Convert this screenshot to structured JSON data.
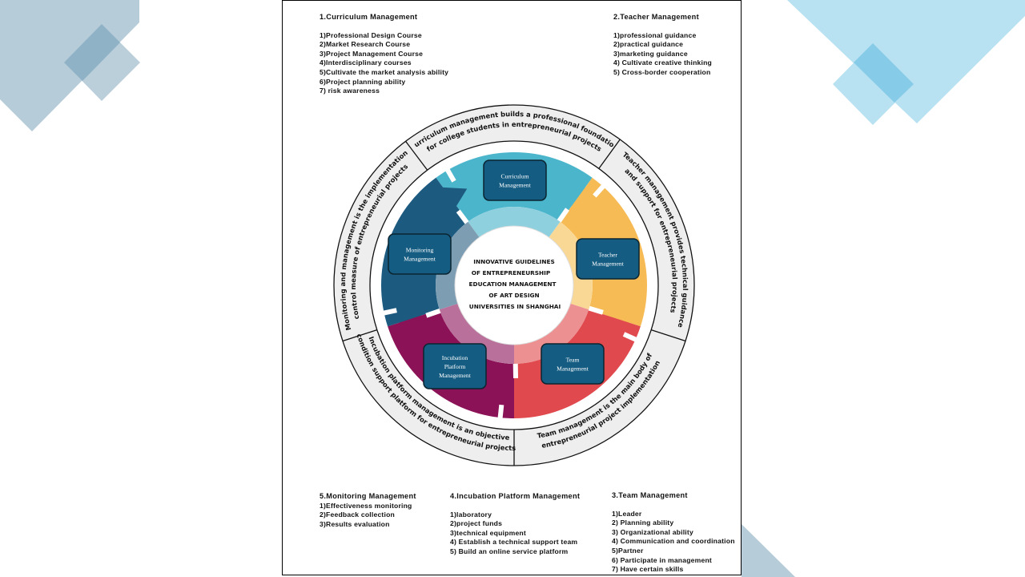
{
  "diagram": {
    "center_title_lines": [
      "INNOVATIVE  GUIDELINES",
      "OF ENTREPRENEURSHIP",
      "EDUCATION MANAGEMENT",
      "OF  ART DESIGN",
      "UNIVERSITIES  IN SHANGHAI"
    ],
    "segments": [
      {
        "id": "curriculum",
        "box_lines": [
          "Curriculum",
          "Management"
        ],
        "color": "#4bb5cc",
        "inner_color": "#8fd0de"
      },
      {
        "id": "teacher",
        "box_lines": [
          "Teacher",
          "Management"
        ],
        "color": "#f6bb55",
        "inner_color": "#f9d896"
      },
      {
        "id": "team",
        "box_lines": [
          "Team",
          "Management"
        ],
        "color": "#e04a4e",
        "inner_color": "#ec9092"
      },
      {
        "id": "incubation",
        "box_lines": [
          "Incubation",
          "Platform",
          "Management"
        ],
        "color": "#8c1257",
        "inner_color": "#b9709a"
      },
      {
        "id": "monitoring",
        "box_lines": [
          "Monitoring",
          "Management"
        ],
        "color": "#1d5a80",
        "inner_color": "#7d9db3"
      }
    ],
    "ring_captions": [
      {
        "id": "curriculum",
        "lines": [
          "Curriculum management builds a professional foundation",
          "for college students in entrepreneurial projects"
        ]
      },
      {
        "id": "teacher",
        "lines": [
          "Teacher management provides technical guidance",
          "and support for entrepreneurial projects"
        ]
      },
      {
        "id": "team",
        "lines": [
          "Team management is the main body of",
          "entrepreneurial project implementation"
        ]
      },
      {
        "id": "incubation",
        "lines": [
          "Incubation platform management is an objective",
          "condition support platform for entrepreneurial projects"
        ]
      },
      {
        "id": "monitoring",
        "lines": [
          "Monitoring and management is the implementation",
          "control measure of entrepreneurial projects"
        ]
      }
    ],
    "box_color": "#145c82",
    "ring_color": "#eeeeee"
  },
  "blocks": {
    "curriculum": {
      "title": "1.Curriculum Management",
      "items": [
        "1)Professional Design Course",
        "2)Market Research Course",
        "3)Project Management Course",
        "4)Interdisciplinary courses",
        "5)Cultivate the market analysis ability",
        "6)Project planning ability",
        "7) risk awareness"
      ]
    },
    "teacher": {
      "title": "2.Teacher Management",
      "items": [
        "1)professional guidance",
        "2)practical guidance",
        "3)marketing guidance",
        "4) Cultivate creative thinking",
        "5) Cross-border cooperation"
      ]
    },
    "team": {
      "title": "3.Team Management",
      "items": [
        "1)Leader",
        "2) Planning ability",
        "3) Organizational ability",
        "4) Communication and coordination",
        "5)Partner",
        "6) Participate in management",
        "7) Have certain skills"
      ]
    },
    "incubation": {
      "title": "4.Incubation Platform Management",
      "items": [
        "1)laboratory",
        "2)project funds",
        "3)technical equipment",
        "4) Establish a technical support team",
        "5) Build an online service platform"
      ]
    },
    "monitoring": {
      "title": "5.Monitoring Management",
      "items": [
        "1)Effectiveness monitoring",
        "2)Feedback collection",
        "3)Results evaluation"
      ]
    }
  },
  "decor": {
    "left_color": "#a9c4d4",
    "left_dark": "#7ea9c0",
    "right_color": "#aadcef",
    "right_dark": "#7ec8e6"
  }
}
